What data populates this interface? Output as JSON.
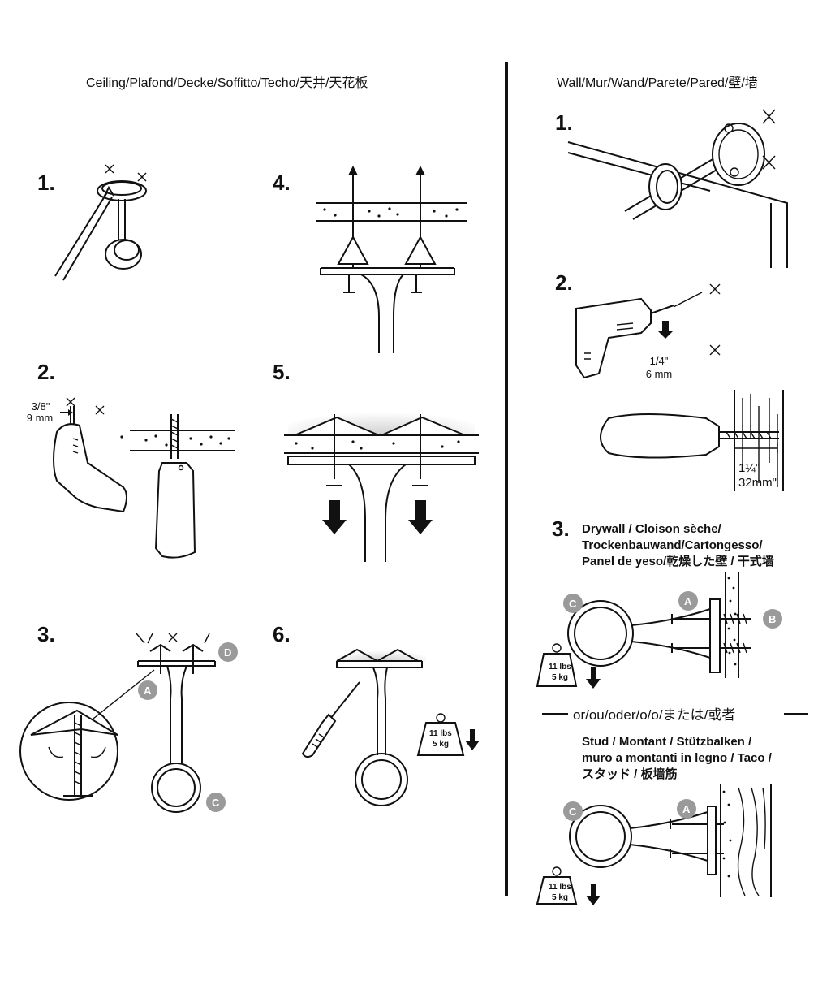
{
  "headers": {
    "ceiling": "Ceiling/Plafond/Decke/Soffitto/Techo/天井/天花板",
    "wall": "Wall/Mur/Wand/Parete/Pared/壁/墙"
  },
  "ceiling_steps": {
    "s1": "1.",
    "s2": "2.",
    "s3": "3.",
    "s4": "4.",
    "s5": "5.",
    "s6": "6.",
    "drill_size_in": "3/8\"",
    "drill_size_mm": "9 mm"
  },
  "wall_steps": {
    "s1": "1.",
    "s2": "2.",
    "s3": "3.",
    "drill_size_in": "1/4\"",
    "drill_size_mm": "6 mm",
    "depth_in": "1¼\"",
    "depth_mm": "32mm\"",
    "drywall_line1": "Drywall / Cloison sèche/",
    "drywall_line2": "Trockenbauwand/Cartongesso/",
    "drywall_line3": "Panel de yeso/乾燥した壁 / 干式墙",
    "or_text": "or/ou/oder/o/o/または/或者",
    "stud_line1": "Stud / Montant / Stützbalken /",
    "stud_line2": "muro a montanti in legno / Taco /",
    "stud_line3": "スタッド / 板墙筋"
  },
  "weight": {
    "lbs": "11 lbs",
    "kg": "5 kg"
  },
  "badges": {
    "a": "A",
    "b": "B",
    "c": "C",
    "d": "D"
  }
}
